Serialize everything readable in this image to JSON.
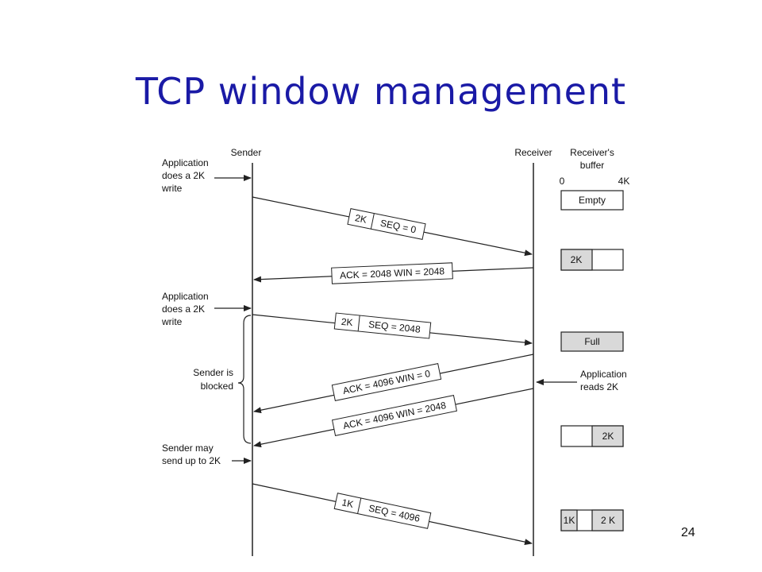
{
  "title": "TCP window management",
  "page_number": "24",
  "colors": {
    "title": "#1a1aa6",
    "buffer_fill": "#d9d9d9",
    "line": "#222222"
  },
  "headers": {
    "sender": "Sender",
    "receiver": "Receiver",
    "buffer_line1": "Receiver's",
    "buffer_line2": "buffer",
    "buffer_min": "0",
    "buffer_max": "4K"
  },
  "sender_events": {
    "write1": [
      "Application",
      "does a 2K",
      "write"
    ],
    "write2": [
      "Application",
      "does a 2K",
      "write"
    ],
    "blocked": [
      "Sender is",
      "blocked"
    ],
    "may_send": [
      "Sender may",
      "send up to 2K"
    ]
  },
  "receiver_events": {
    "reads": [
      "Application",
      "reads 2K"
    ]
  },
  "messages": {
    "m1": {
      "a": "2K",
      "b": "SEQ = 0"
    },
    "m2": "ACK = 2048 WIN = 2048",
    "m3": {
      "a": "2K",
      "b": "SEQ = 2048"
    },
    "m4": "ACK = 4096 WIN = 0",
    "m5": "ACK = 4096 WIN = 2048",
    "m6": {
      "a": "1K",
      "b": "SEQ = 4096"
    }
  },
  "buffers": {
    "b1": "Empty",
    "b2": "2K",
    "b3": "Full",
    "b4": "2K",
    "b5_left": "1K",
    "b5_right": "2 K"
  }
}
